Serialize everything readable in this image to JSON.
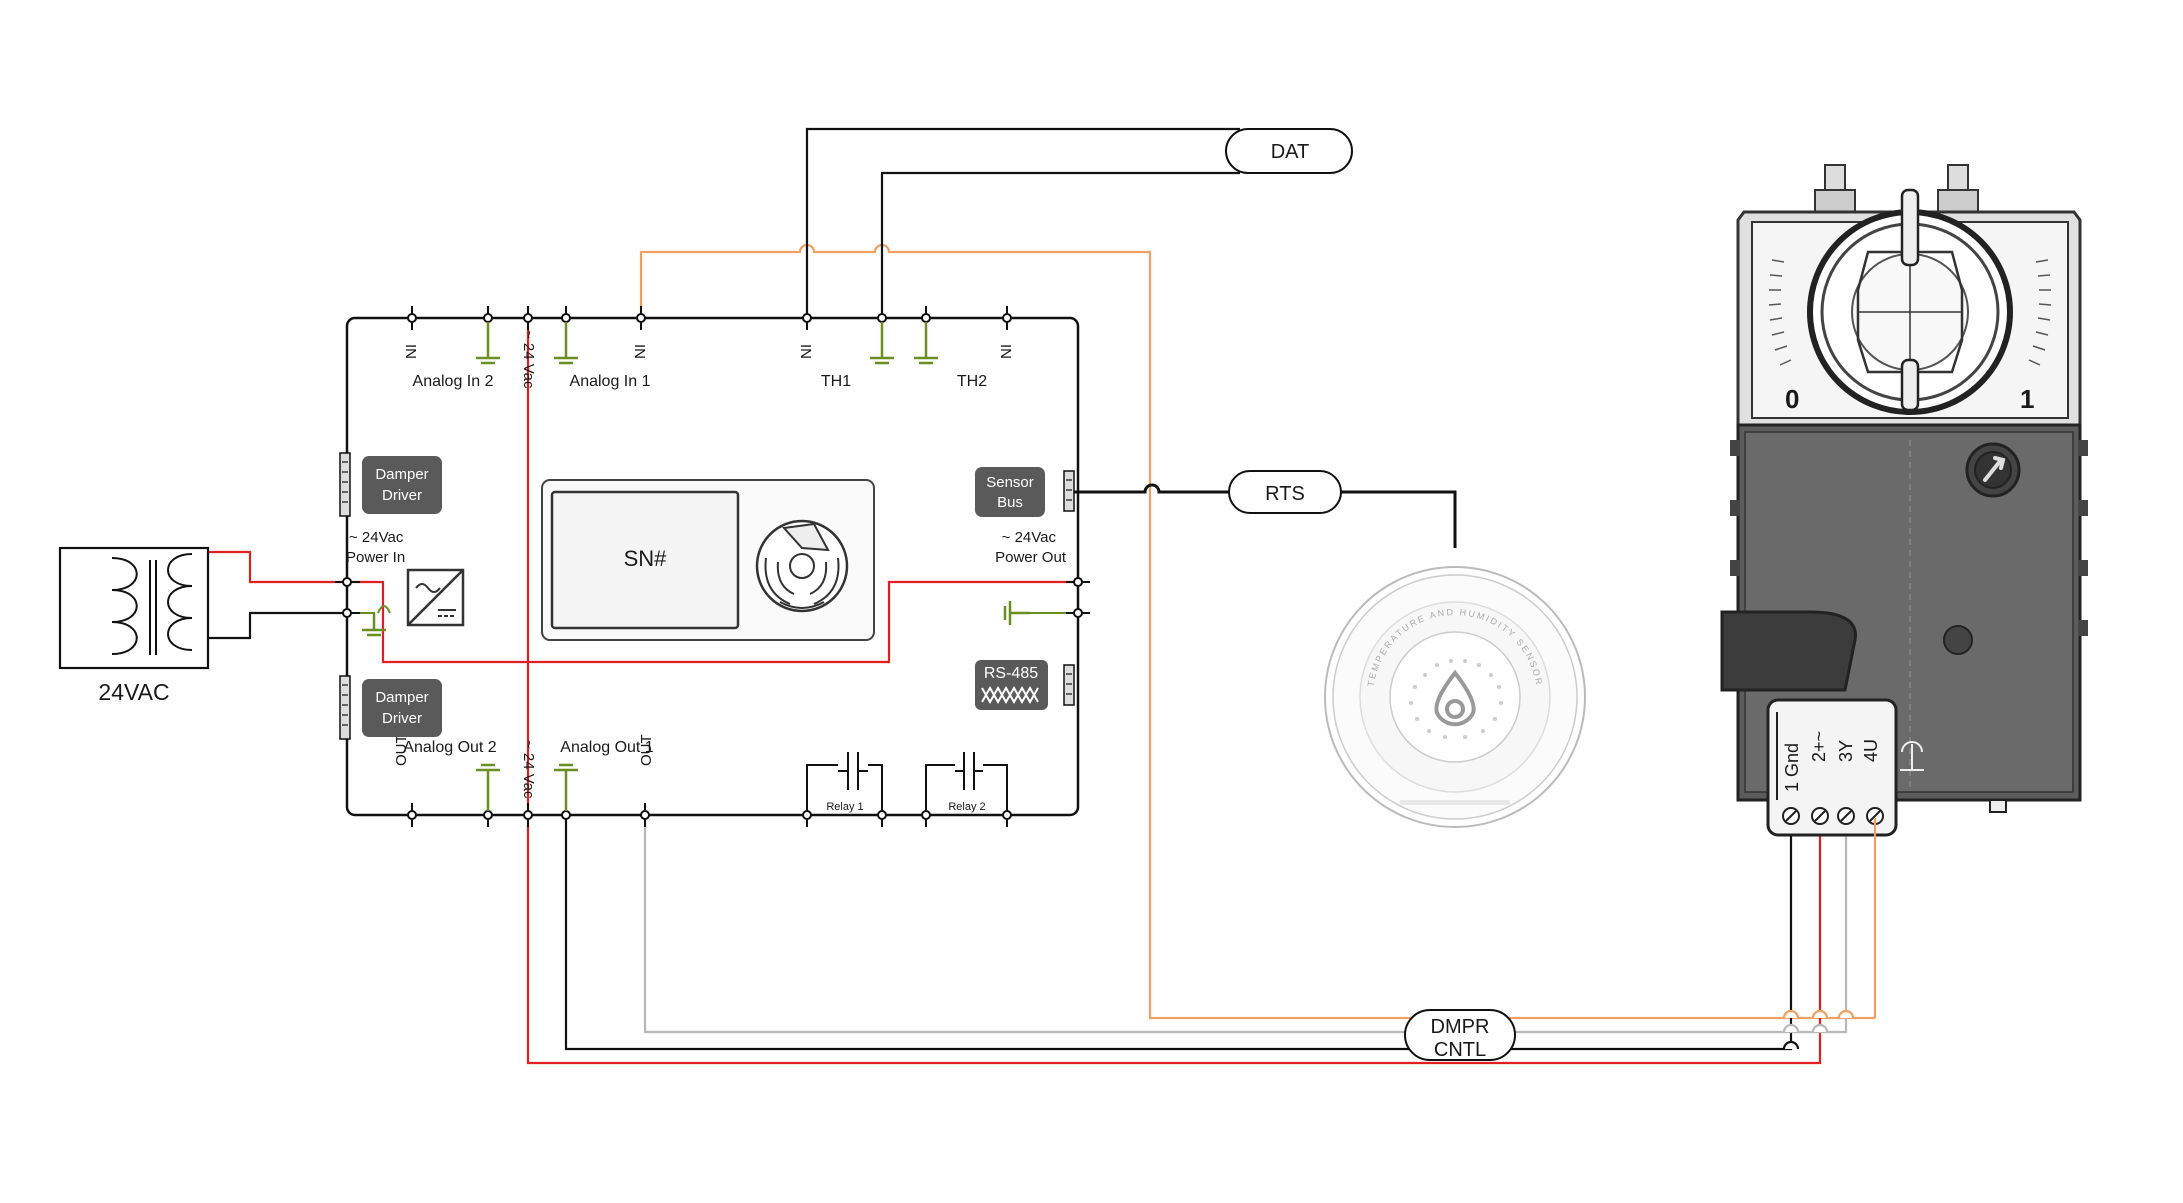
{
  "transformer": {
    "label": "24VAC"
  },
  "controller": {
    "top_terminals": {
      "in_a": "IN",
      "analog_in_2": "Analog In 2",
      "vac_label": "~ 24 Vac",
      "analog_in_1": "Analog In 1",
      "in_b": "IN",
      "in_c": "IN",
      "th1": "TH1",
      "th2": "TH2",
      "in_d": "IN"
    },
    "bottom_terminals": {
      "out_a": "OUT",
      "analog_out_2": "Analog Out 2",
      "vac_label": "~ 24 Vac",
      "analog_out_1": "Analog Out 1",
      "out_b": "OUT",
      "relay_1": "Relay 1",
      "relay_2": "Relay 2"
    },
    "damper_driver_top": "Damper Driver",
    "damper_driver_bottom": "Damper Driver",
    "power_in": {
      "line1": "~ 24Vac",
      "line2": "Power In"
    },
    "power_out": {
      "line1": "~ 24Vac",
      "line2": "Power Out"
    },
    "sensor_bus": "Sensor Bus",
    "rs485": "RS-485",
    "display": "SN#"
  },
  "sensor_labels": {
    "dat": "DAT",
    "rts": "RTS",
    "dmpr_cntl": "DMPR CNTL"
  },
  "thermostat": {
    "ring_text": "TEMPERATURE AND HUMIDITY SENSOR"
  },
  "actuator": {
    "dial_min": "0",
    "dial_max": "1",
    "terminals": [
      "1 Gnd",
      "2+~",
      "3Y",
      "4U"
    ]
  },
  "colors": {
    "red_wire": "#e02020",
    "orange_wire": "#f0a060",
    "gray_wire": "#b8b8b8",
    "black_wire": "#111111",
    "ground_green": "#6b8e23",
    "dark_box": "#5a5a5a"
  }
}
